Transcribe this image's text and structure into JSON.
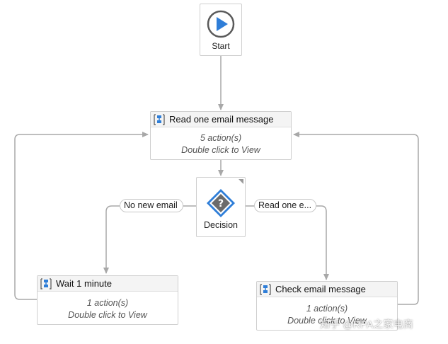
{
  "workflow": {
    "start": {
      "label": "Start",
      "icon": "play-icon"
    },
    "read_email": {
      "title": "Read one email message",
      "actions": "5 action(s)",
      "hint": "Double click to View",
      "icon": "sequence-icon"
    },
    "decision": {
      "label": "Decision",
      "icon": "question-diamond-icon"
    },
    "branch_left": {
      "label": "No new email"
    },
    "branch_right": {
      "label": "Read one e..."
    },
    "wait": {
      "title": "Wait 1 minute",
      "actions": "1 action(s)",
      "hint": "Double click to View",
      "icon": "sequence-icon"
    },
    "check": {
      "title": "Check email message",
      "actions": "1 action(s)",
      "hint": "Double click to View",
      "icon": "sequence-icon"
    }
  },
  "watermark": {
    "text": "知乎 @RPA之家电商"
  },
  "colors": {
    "accent_blue": "#2f7ed8",
    "connector": "#a8a8a8",
    "decision_fill": "#6b6b6b",
    "header_bg": "#f4f4f4"
  }
}
